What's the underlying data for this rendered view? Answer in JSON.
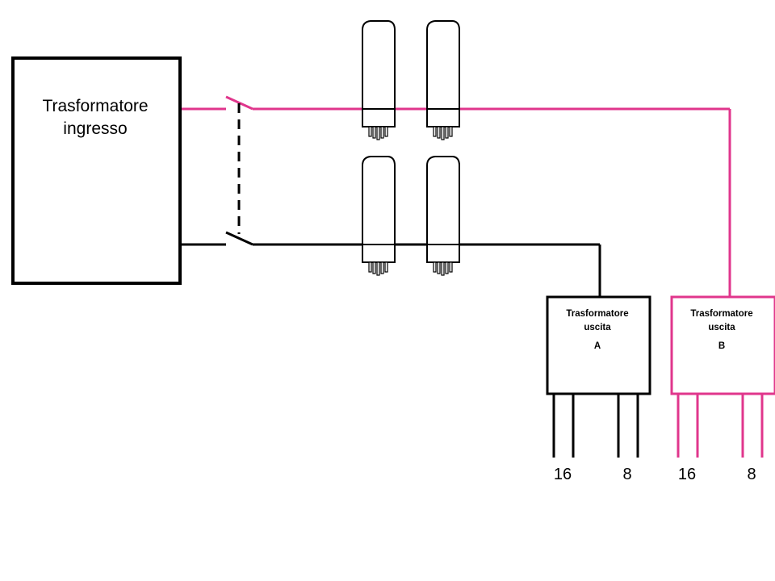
{
  "colors": {
    "channel_b": "#e0368c",
    "channel_a": "#000000"
  },
  "input_transformer": {
    "line1": "Trasformatore",
    "line2": "ingresso"
  },
  "output_transformer_a": {
    "line1": "Trasformatore",
    "line2": "uscita",
    "id": "A",
    "taps": [
      "16",
      "8"
    ]
  },
  "output_transformer_b": {
    "line1": "Trasformatore",
    "line2": "uscita",
    "id": "B",
    "taps": [
      "16",
      "8"
    ]
  },
  "tubes": [
    {
      "name": "tube-top-left"
    },
    {
      "name": "tube-top-right"
    },
    {
      "name": "tube-bottom-left"
    },
    {
      "name": "tube-bottom-right"
    }
  ],
  "switch": {
    "type": "double-pole ganged switch"
  }
}
